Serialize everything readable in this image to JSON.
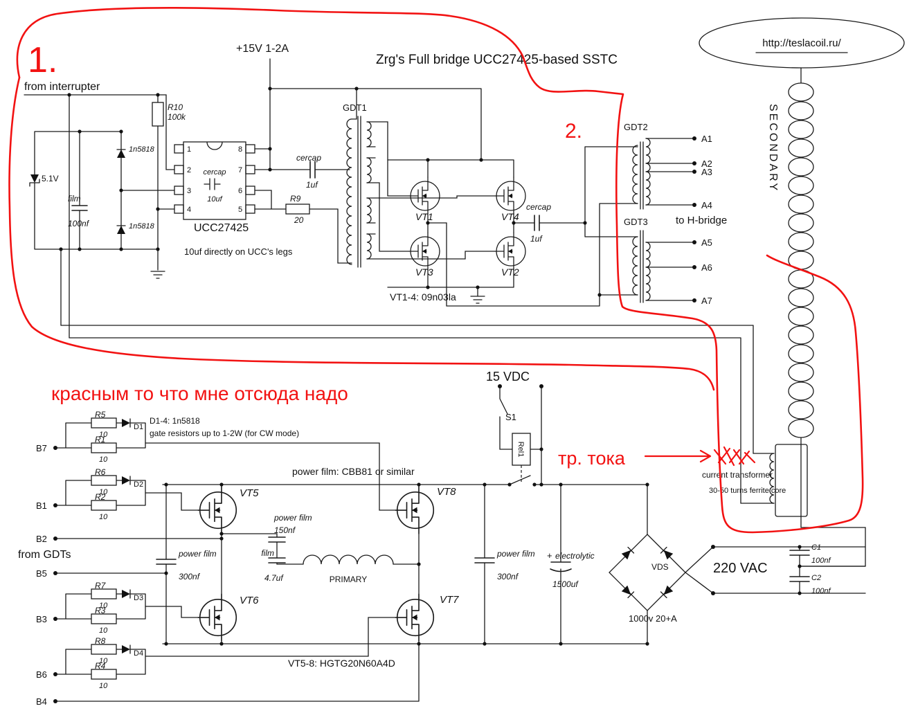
{
  "colors": {
    "annotation_red": "#f21212",
    "wire": "#1a1a1a"
  },
  "title": "Zrg's Full bridge UCC27425-based SSTC",
  "topload_url": "http://teslacoil.ru/",
  "red_notes": {
    "marker1": "1.",
    "marker2": "2.",
    "note_ru": "красным то что мне отсюда надо",
    "ct_note_ru": "тр. тока"
  },
  "driver": {
    "from_interrupter": "from interrupter",
    "supply": "+15V 1-2A",
    "r10_name": "R10",
    "r10_value": "100k",
    "diode_top": "1n5818",
    "diode_bottom": "1n5818",
    "zener": "5.1V",
    "film_type": "film",
    "film_value": "100nf",
    "ic_name": "UCC27425",
    "ic_cap_type": "cercap",
    "ic_cap_value": "10uf",
    "ic_note": "10uf directly on UCC's legs",
    "pins": [
      "1",
      "2",
      "3",
      "4",
      "5",
      "6",
      "7",
      "8"
    ],
    "cercap_out_type": "cercap",
    "cercap_out_value": "1uf",
    "r9_name": "R9",
    "r9_value": "20"
  },
  "gdt_bridge": {
    "gdt1": "GDT1",
    "vt1": "VT1",
    "vt2": "VT2",
    "vt3": "VT3",
    "vt4": "VT4",
    "note": "VT1-4: 09n03la",
    "cercap_type": "cercap",
    "cercap_value": "1uf"
  },
  "gdt_out": {
    "gdt2": "GDT2",
    "gdt3": "GDT3",
    "to_h_bridge": "to H-bridge",
    "terminals": [
      "A1",
      "A2",
      "A3",
      "A4",
      "A5",
      "A6",
      "A7"
    ]
  },
  "secondary": {
    "label": "SECONDARY",
    "ct_line1": "current transformer",
    "ct_line2": "30-50 turns ferrite core"
  },
  "relay": {
    "vdc": "15 VDC",
    "s1": "S1",
    "rel1": "Rel1"
  },
  "h_bridge": {
    "film_note": "power film: CBB81 or similar",
    "vt5": "VT5",
    "vt6": "VT6",
    "vt7": "VT7",
    "vt8": "VT8",
    "note": "VT5-8: HGTG20N60A4D",
    "cap_left_type": "power film",
    "cap_left_value": "300nf",
    "cap_mid1_type": "power film",
    "cap_mid1_value": "150nf",
    "cap_mid2_type": "film",
    "cap_mid2_value": "4.7uf",
    "primary": "PRIMARY",
    "cap_right_type": "power film",
    "cap_right_value": "300nf",
    "elec_plus": "+",
    "elec_type": "electrolytic",
    "elec_value": "1500uf"
  },
  "mains": {
    "vds": "VDS",
    "vds_rating": "1000v 20+A",
    "label": "220 VAC",
    "c1_name": "C1",
    "c1_value": "100nf",
    "c2_name": "C2",
    "c2_value": "100nf"
  },
  "gates": {
    "from_gdts": "from GDTs",
    "d_note": "D1-4: 1n5818",
    "r_note": "gate resistors up to 1-2W (for CW mode)",
    "groups": [
      {
        "r_top": "R5",
        "v_top": "10",
        "d": "D1",
        "r_bot": "R1",
        "v_bot": "10",
        "b": "B7"
      },
      {
        "r_top": "R6",
        "v_top": "10",
        "d": "D2",
        "r_bot": "R2",
        "v_bot": "10",
        "b": "B1"
      },
      {
        "r_top": "R7",
        "v_top": "10",
        "d": "D3",
        "r_bot": "R3",
        "v_bot": "10",
        "b": "B3"
      },
      {
        "r_top": "R8",
        "v_top": "10",
        "d": "D4",
        "r_bot": "R4",
        "v_bot": "10",
        "b": "B6"
      }
    ],
    "b2": "B2",
    "b5": "B5",
    "b4": "B4"
  }
}
